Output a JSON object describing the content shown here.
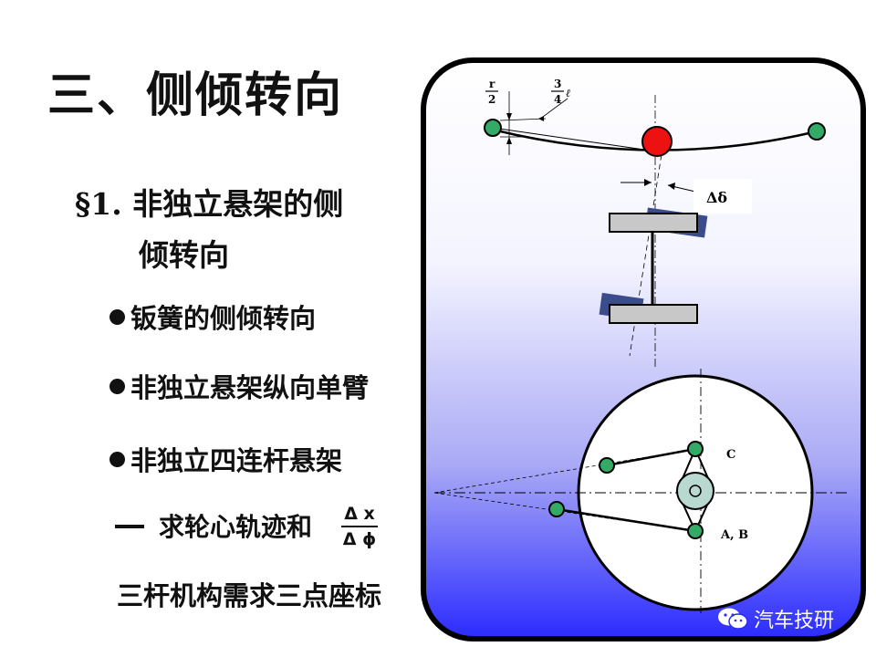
{
  "slide": {
    "title": "三、侧倾转向",
    "section_line1": "§1. 非独立悬架的侧",
    "section_line2": "倾转向",
    "bullets": [
      "钣簧的侧倾转向",
      "非独立悬架纵向单臂",
      "非独立四连杆悬架"
    ],
    "requirement_text": "求轮心轨迹和",
    "fraction_numerator": "Δ x",
    "fraction_denominator": "Δ ϕ",
    "closing_text": "三杆机构需求三点座标"
  },
  "diagram": {
    "label_r_num": "r",
    "label_r_den": "2",
    "label_34_num": "3",
    "label_34_den": "4",
    "label_34_sym": "ℓ",
    "label_delta": "Δδ",
    "label_c": "C",
    "label_ab": "A, B"
  },
  "watermark": {
    "text": "汽车技研",
    "icon": "wechat-icon"
  },
  "colors": {
    "frame_gradient_top": "#ffffff",
    "frame_gradient_bottom": "#2b2bff",
    "node_green": "#33aa66",
    "node_red": "#ee1111",
    "plate_gray": "#c8c8c8",
    "tilted_plate": "#3a4c8a"
  }
}
